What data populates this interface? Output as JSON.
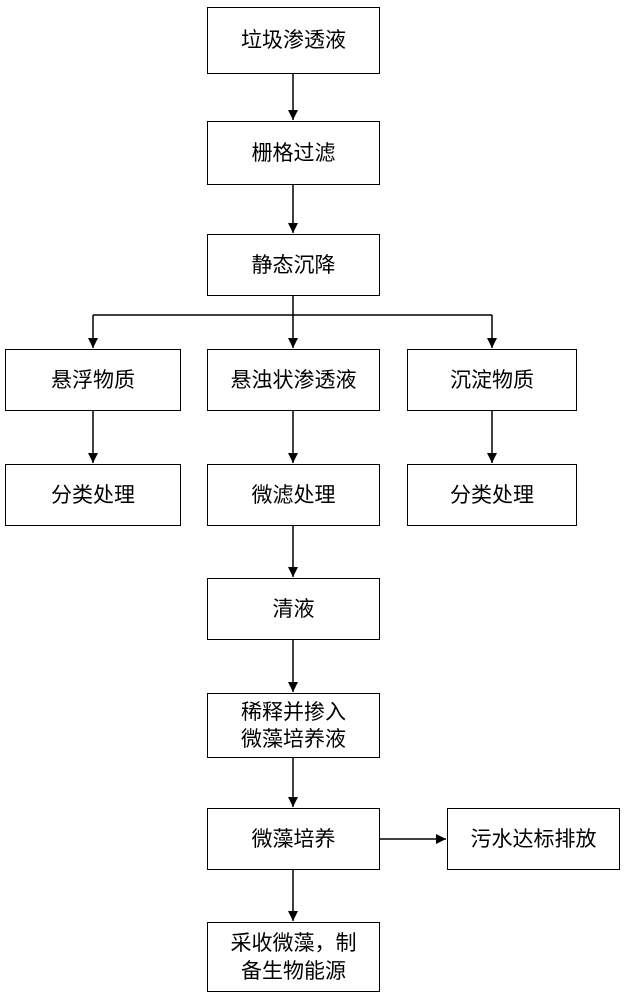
{
  "nodes": {
    "leachate": {
      "lines": [
        "垃圾渗透液"
      ]
    },
    "grid_filter": {
      "lines": [
        "栅格过滤"
      ]
    },
    "static_settling": {
      "lines": [
        "静态沉降"
      ]
    },
    "suspended_matter": {
      "lines": [
        "悬浮物质"
      ]
    },
    "turbid_leachate": {
      "lines": [
        "悬浊状渗透液"
      ]
    },
    "sediment": {
      "lines": [
        "沉淀物质"
      ]
    },
    "classify_left": {
      "lines": [
        "分类处理"
      ]
    },
    "microfiltration": {
      "lines": [
        "微滤处理"
      ]
    },
    "classify_right": {
      "lines": [
        "分类处理"
      ]
    },
    "clear_liquid": {
      "lines": [
        "清液"
      ]
    },
    "dilute_mix": {
      "lines": [
        "稀释并掺入",
        "微藻培养液"
      ]
    },
    "microalgae_culture": {
      "lines": [
        "微藻培养"
      ]
    },
    "discharge": {
      "lines": [
        "污水达标排放"
      ]
    },
    "harvest": {
      "lines": [
        "采收微藻，制",
        "备生物能源"
      ]
    }
  }
}
